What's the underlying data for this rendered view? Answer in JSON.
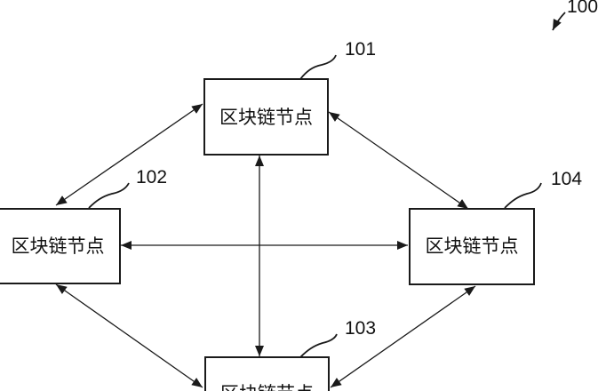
{
  "diagram": {
    "figure_ref": "100",
    "nodes": [
      {
        "id": "101",
        "label": "区块链节点",
        "ref": "101"
      },
      {
        "id": "102",
        "label": "区块链节点",
        "ref": "102"
      },
      {
        "id": "103",
        "label": "区块链节点",
        "ref": "103"
      },
      {
        "id": "104",
        "label": "区块链节点",
        "ref": "104"
      }
    ],
    "edges": [
      {
        "from": "101",
        "to": "102",
        "bidirectional": true
      },
      {
        "from": "101",
        "to": "104",
        "bidirectional": true
      },
      {
        "from": "101",
        "to": "103",
        "bidirectional": true
      },
      {
        "from": "102",
        "to": "104",
        "bidirectional": true
      },
      {
        "from": "102",
        "to": "103",
        "bidirectional": true
      },
      {
        "from": "104",
        "to": "103",
        "bidirectional": true
      }
    ],
    "colors": {
      "ink": "#1a1a1a",
      "background": "#ffffff"
    }
  }
}
